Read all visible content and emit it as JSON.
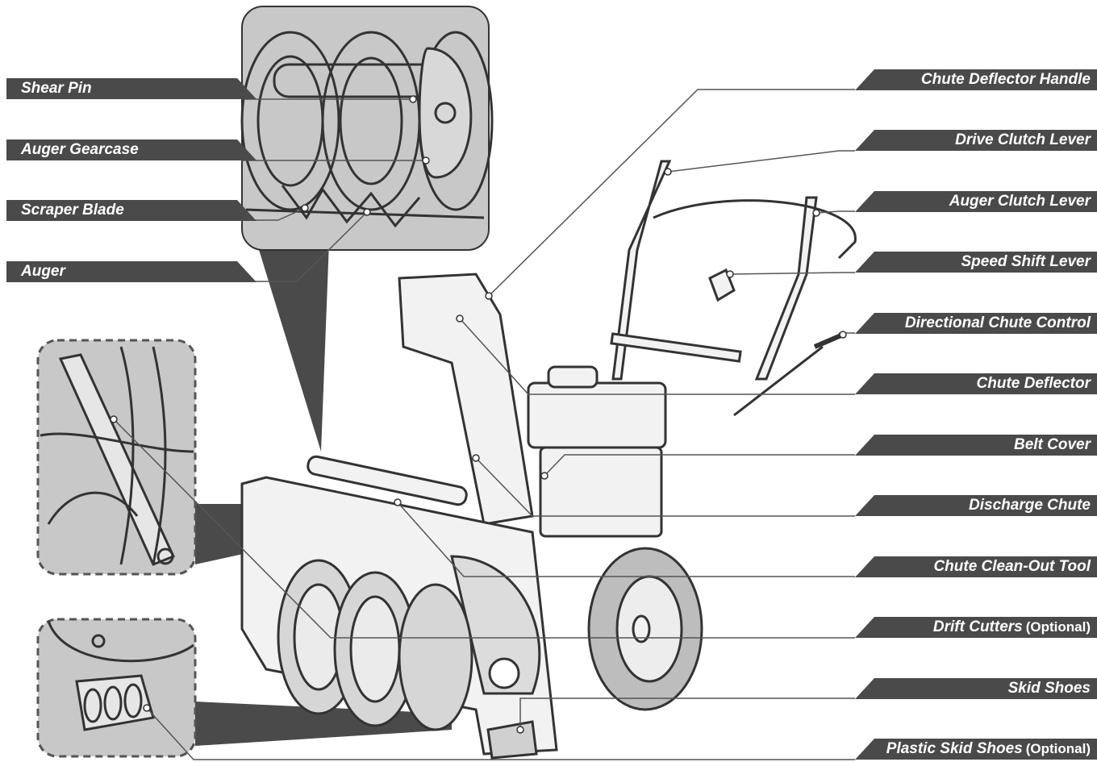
{
  "colors": {
    "label_fill": "#4a4a4a",
    "label_text": "#ffffff",
    "inset_fill": "#c8c8c8",
    "leader": "#555555",
    "outline": "#333333"
  },
  "left_labels": [
    {
      "text": "Shear Pin"
    },
    {
      "text": "Auger Gearcase"
    },
    {
      "text": "Scraper Blade"
    },
    {
      "text": "Auger"
    }
  ],
  "right_labels": [
    {
      "text": "Chute Deflector Handle",
      "note": ""
    },
    {
      "text": "Drive Clutch Lever",
      "note": ""
    },
    {
      "text": "Auger Clutch Lever",
      "note": ""
    },
    {
      "text": "Speed Shift Lever",
      "note": ""
    },
    {
      "text": "Directional Chute Control",
      "note": ""
    },
    {
      "text": "Chute Deflector",
      "note": ""
    },
    {
      "text": "Belt Cover",
      "note": ""
    },
    {
      "text": "Discharge Chute",
      "note": ""
    },
    {
      "text": "Chute Clean-Out Tool",
      "note": ""
    },
    {
      "text": "Drift Cutters",
      "note": "(Optional)"
    },
    {
      "text": "Skid Shoes",
      "note": ""
    },
    {
      "text": "Plastic Skid Shoes",
      "note": "(Optional)"
    }
  ]
}
